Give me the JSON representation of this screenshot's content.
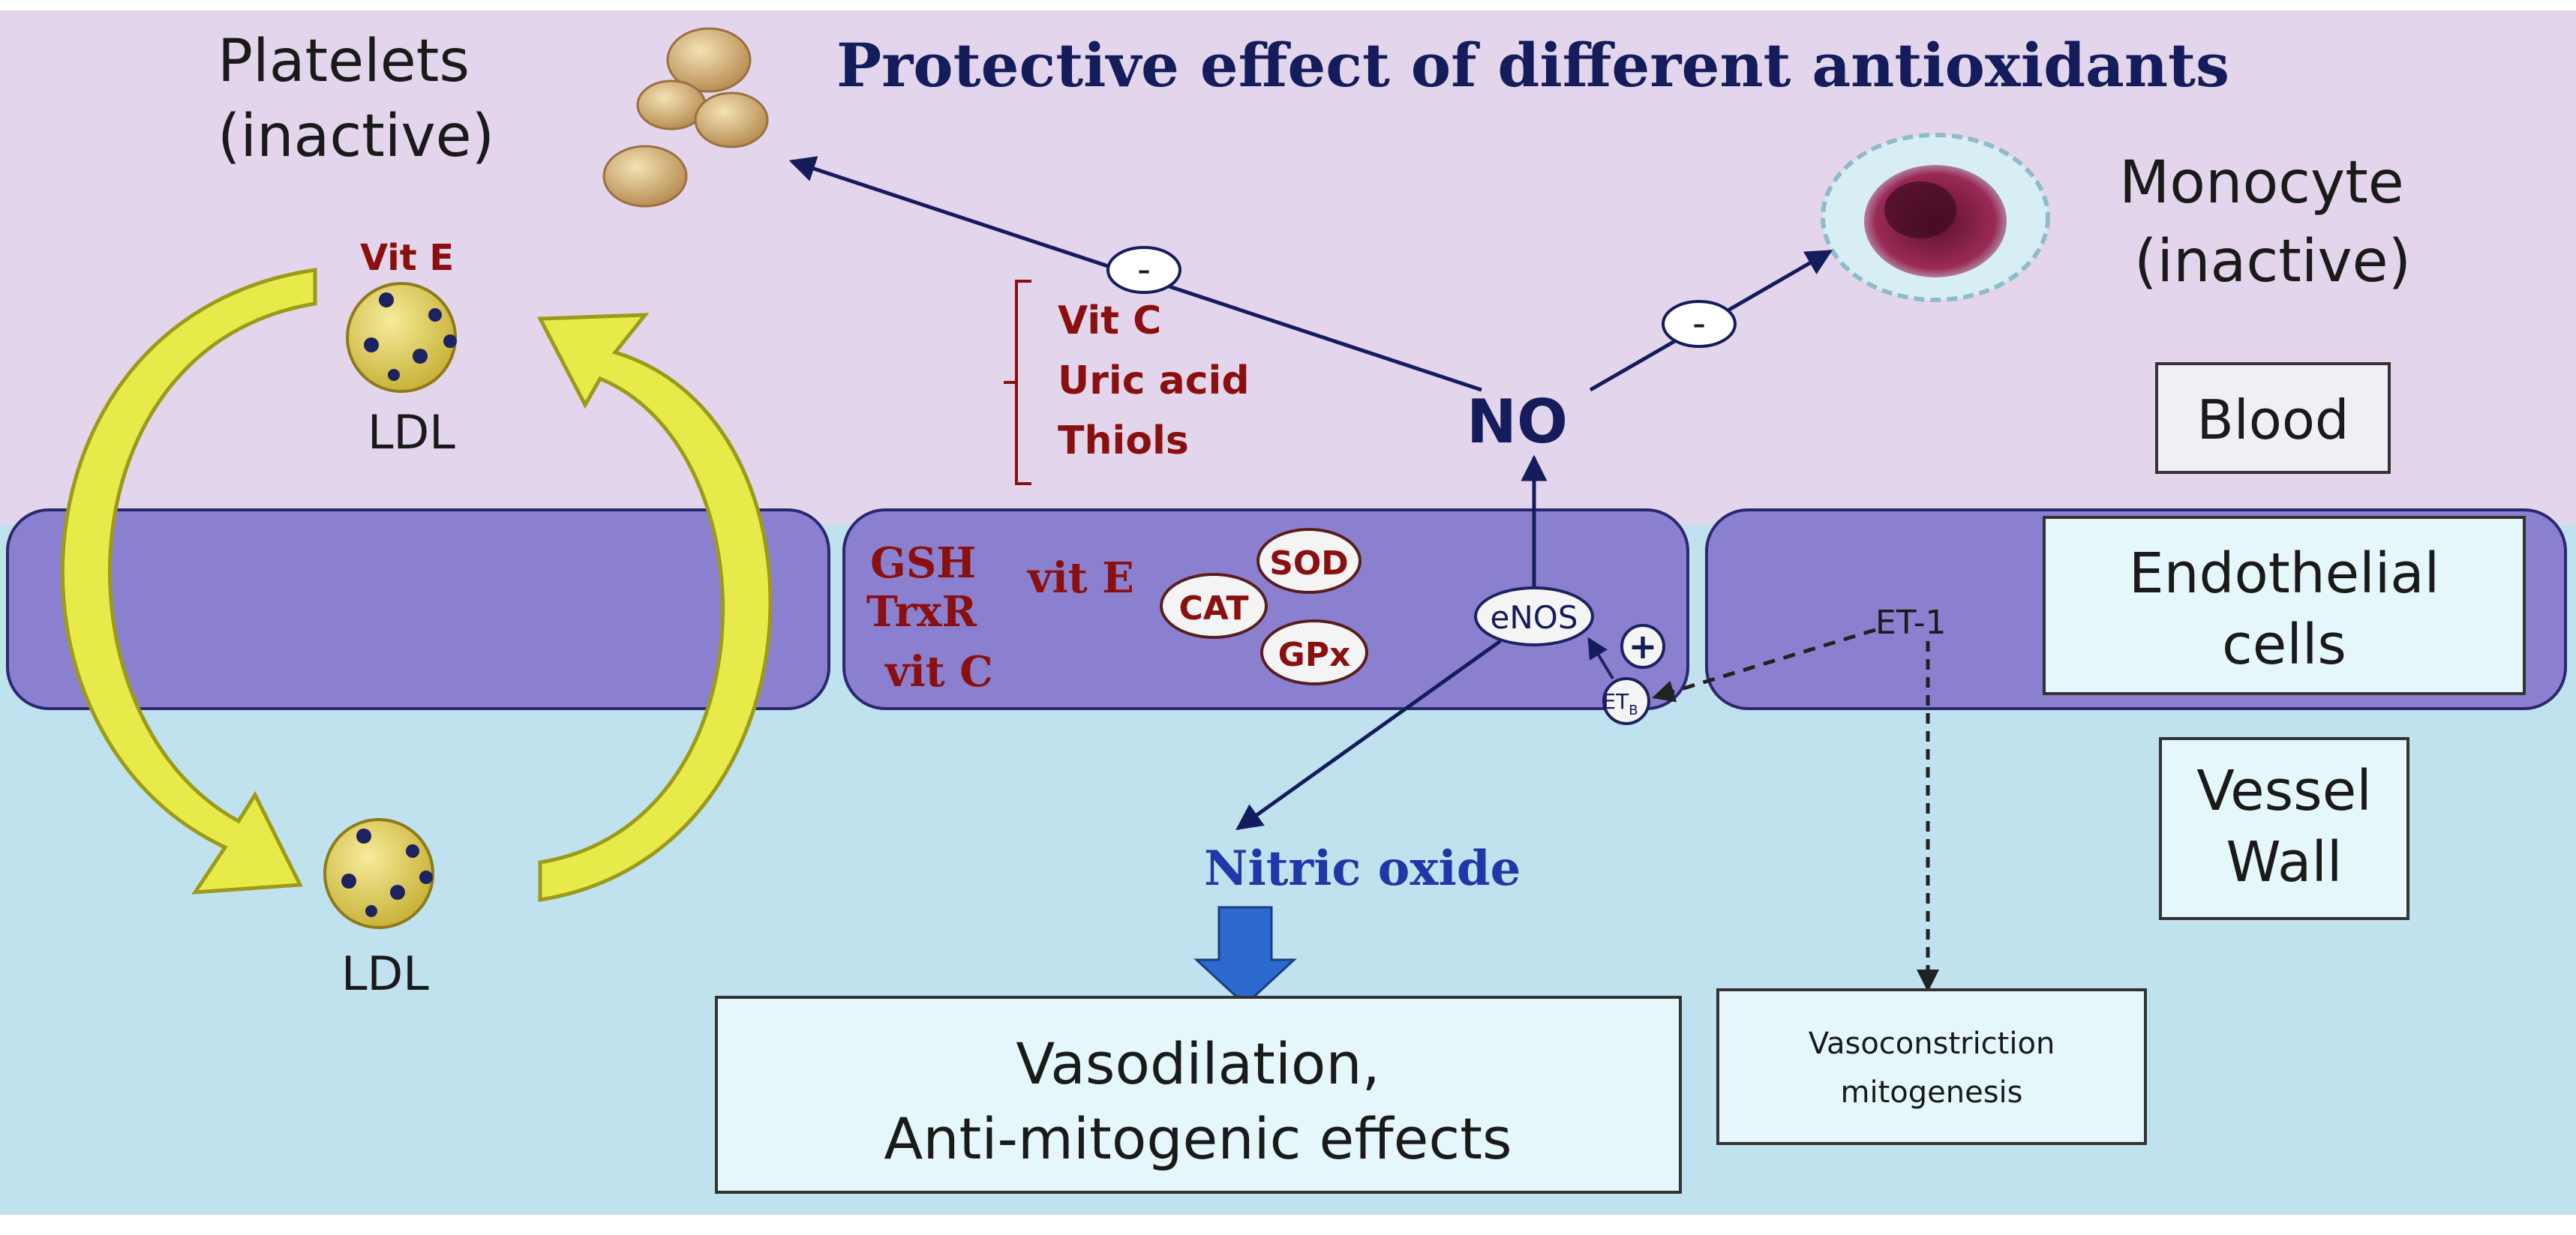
{
  "title": "Protective effect of different antioxidants",
  "platelets": {
    "line1": "Platelets",
    "line2": "(inactive)"
  },
  "monocyte": {
    "line1": "Monocyte",
    "line2": "(inactive)"
  },
  "ldl_top": {
    "vitamin": "Vit E",
    "label": "LDL"
  },
  "ldl_bottom": {
    "label": "LDL"
  },
  "blood_antioxidants": [
    "Vit C",
    "Uric acid",
    "Thiols"
  ],
  "no_label": "NO",
  "inhibit_sign": "-",
  "stimulate_sign": "+",
  "regions": {
    "blood": "Blood",
    "endothelial": {
      "line1": "Endothelial",
      "line2": "cells"
    },
    "vessel": {
      "line1": "Vessel",
      "line2": "Wall"
    }
  },
  "cell_antioxidants": {
    "gsh": "GSH",
    "trxr": "TrxR",
    "vit_c": "vit C",
    "vit_e": "vit E"
  },
  "enzymes": {
    "sod": "SOD",
    "cat": "CAT",
    "gpx": "GPx"
  },
  "enos": "eNOS",
  "et_receptor": {
    "base": "ET",
    "sub": "B"
  },
  "et1": "ET-1",
  "nitric_oxide": "Nitric oxide",
  "vasodilation": {
    "line1": "Vasodilation,",
    "line2": "Anti-mitogenic effects"
  },
  "vasoconstriction": {
    "line1": "Vasoconstriction",
    "line2": "mitogenesis"
  },
  "colors": {
    "blood_bg": "#e3d6ec",
    "endothelium": "#8a80cf",
    "vessel_bg": "#bfe2ee",
    "box_fill": "#e6f7fb",
    "ldl_yellow": "#e2d35a",
    "arrow_yellow": "#e8ea4a",
    "navy": "#141c5c",
    "red_text": "#8a1010",
    "blue_arrow": "#2d6ad0"
  }
}
